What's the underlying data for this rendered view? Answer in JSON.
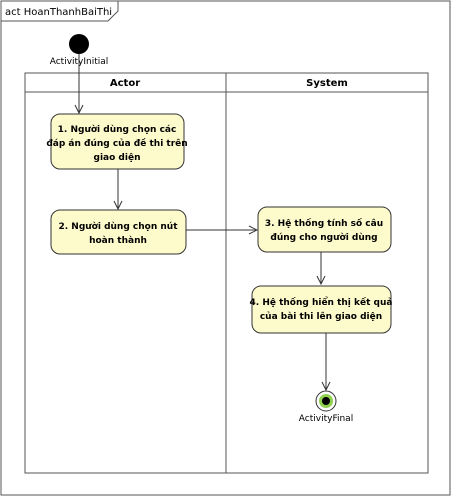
{
  "frame": {
    "title": "act HoanThanhBaiThi"
  },
  "initial": {
    "label": "ActivityInitial"
  },
  "final": {
    "label": "ActivityFinal"
  },
  "lanes": [
    {
      "id": "actor",
      "label": "Actor"
    },
    {
      "id": "system",
      "label": "System"
    }
  ],
  "actions": [
    {
      "id": "a1",
      "lines": [
        "1. Người dùng chọn các",
        "đáp án đúng của đề thi trên",
        "giao diện"
      ]
    },
    {
      "id": "a2",
      "lines": [
        "2. Người dùng chọn nút",
        "hoàn thành"
      ]
    },
    {
      "id": "a3",
      "lines": [
        "3. Hệ thống tính số câu",
        "đúng cho người dùng"
      ]
    },
    {
      "id": "a4",
      "lines": [
        "4. Hệ thống hiển thị kết quả",
        "của bài thi lên giao diện"
      ]
    }
  ],
  "colors": {
    "action_fill": "#fdfacb",
    "final_inner": "#8fd14f",
    "line": "#333333"
  }
}
